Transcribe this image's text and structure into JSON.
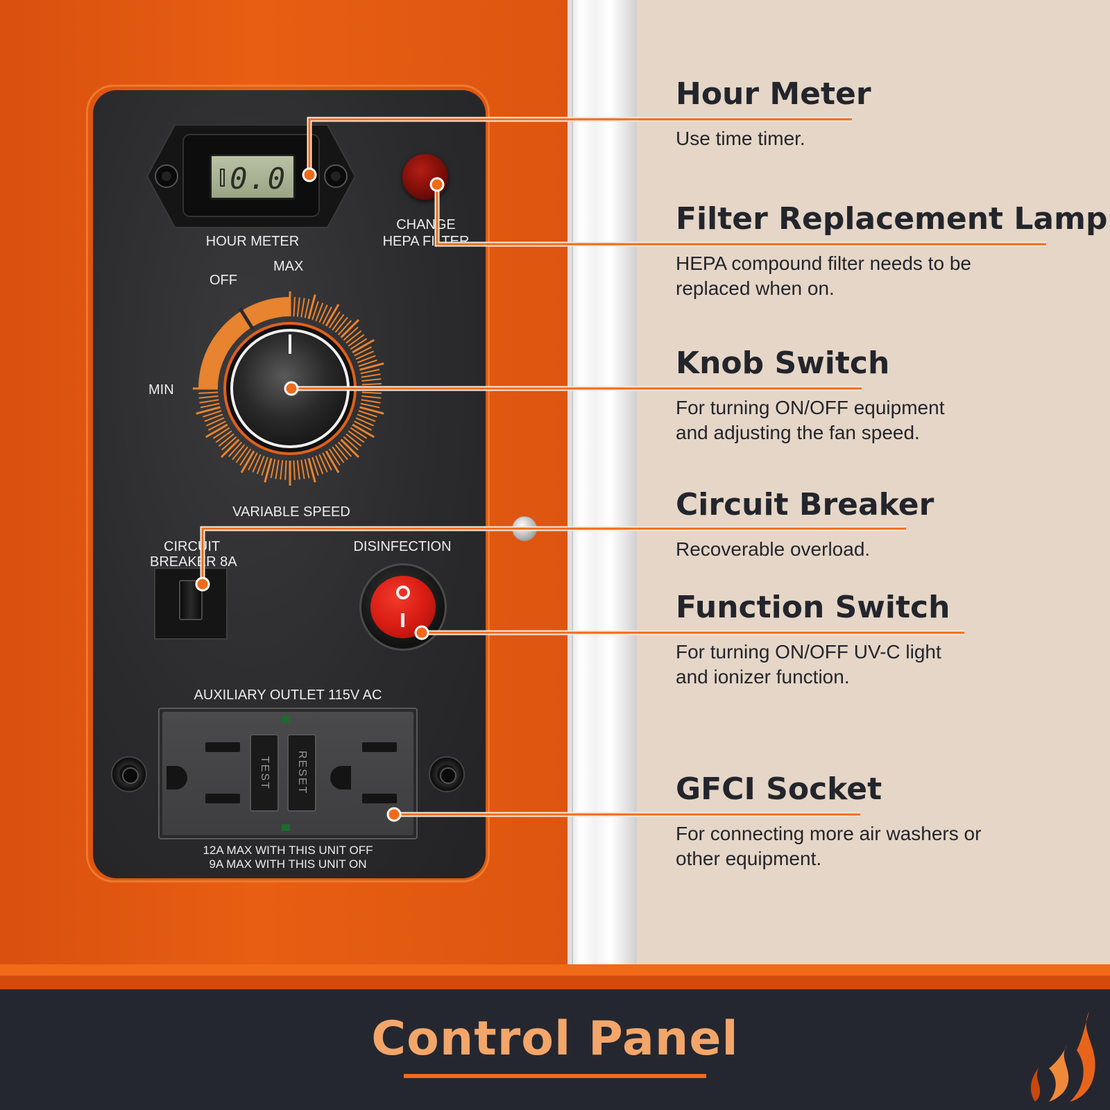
{
  "panel": {
    "hour_meter_label": "HOUR METER",
    "lcd_value": "0.0",
    "lamp_label_line1": "CHANGE",
    "lamp_label_line2": "HEPA FILTER",
    "off_label": "OFF",
    "max_label": "MAX",
    "min_label": "MIN",
    "variable_speed_label": "VARIABLE SPEED",
    "breaker_label_line1": "CIRCUIT",
    "breaker_label_line2": "BREAKER 8A",
    "disinfection_label": "DISINFECTION",
    "outlet_label": "AUXILIARY OUTLET 115V AC",
    "test_label": "TEST",
    "reset_label": "RESET",
    "outlet_note_line1": "12A MAX WITH THIS UNIT OFF",
    "outlet_note_line2": "9A MAX WITH THIS UNIT ON"
  },
  "features": [
    {
      "title": "Hour Meter",
      "desc_line1": "Use time timer.",
      "desc_line2": ""
    },
    {
      "title": "Filter Replacement Lamp",
      "desc_line1": "HEPA compound filter needs to be",
      "desc_line2": "replaced when on."
    },
    {
      "title": "Knob Switch",
      "desc_line1": "For turning ON/OFF equipment",
      "desc_line2": "and adjusting the fan speed."
    },
    {
      "title": "Circuit Breaker",
      "desc_line1": "Recoverable overload.",
      "desc_line2": ""
    },
    {
      "title": "Function Switch",
      "desc_line1": "For turning ON/OFF UV-C light",
      "desc_line2": "and ionizer function."
    },
    {
      "title": "GFCI Socket",
      "desc_line1": "For connecting more air washers or",
      "desc_line2": "other equipment."
    }
  ],
  "footer": {
    "title": "Control Panel"
  },
  "colors": {
    "accent": "#ef6a1a",
    "dark": "#252730",
    "panel": "#2b2b2d",
    "beige": "#e5d6c7",
    "title": "#f2a66a"
  },
  "icons": [
    "flame-logo-icon",
    "screw-icon",
    "knob-icon",
    "rocker-switch-icon",
    "lamp-icon"
  ]
}
